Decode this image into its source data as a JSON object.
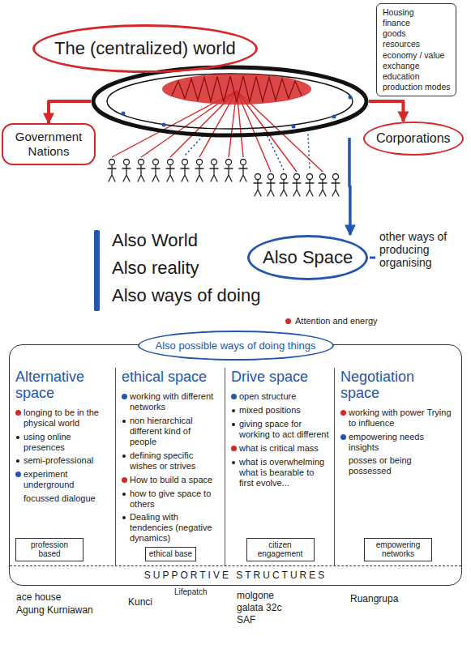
{
  "diagram": {
    "nodes": [
      {
        "text": [
          "The (centralized) world"
        ]
      },
      {
        "text": [
          "Housing",
          "finance",
          "goods",
          "resources",
          "economy / value",
          "exchange",
          "education",
          "production modes"
        ]
      },
      {
        "text": [
          "Government Nations"
        ]
      },
      {
        "text": [
          "Corporations"
        ]
      },
      {
        "text": [
          "Also Space"
        ]
      },
      {
        "text": [
          "Also possible ways of doing things"
        ]
      },
      {
        "text": [
          "Alternative space",
          "longing to be in the physical world",
          "using online presences",
          "semi-professional",
          "experiment underground",
          "focussed dialogue"
        ],
        "in": 5
      },
      {
        "text": [
          "profession based"
        ],
        "in": 6
      },
      {
        "text": [
          "ethical space",
          "working with different networks",
          "non hierarchical different kind of people",
          "defining specific wishes or strives",
          "How to build a space",
          "how to give space to others",
          "Dealing with tendencies (negative dynamics)"
        ],
        "in": 5
      },
      {
        "text": [
          "ethical base"
        ],
        "in": 8
      },
      {
        "text": [
          "Drive space",
          "open structure",
          "mixed positions",
          "giving space for working to act different",
          "what is critical mass",
          "what is overwhelming what is bearable to first evolve..."
        ],
        "in": 5
      },
      {
        "text": [
          "citizen engagement"
        ],
        "in": 10
      },
      {
        "text": [
          "Negotiation space",
          "working with power Trying to influence",
          "empowering needs insights",
          "posses or being possessed"
        ],
        "in": 5
      },
      {
        "text": [
          "empowering networks"
        ],
        "in": 12
      },
      {
        "text": [
          "SUPPORTIVE STRUCTURES"
        ],
        "in": 5
      }
    ],
    "edges": [
      {
        "from": 0,
        "to": 2,
        "arrow": "to"
      },
      {
        "from": 0,
        "to": 3,
        "arrow": "to"
      },
      {
        "from": 0,
        "to": 4,
        "arrow": "to"
      }
    ],
    "labels": [
      "Also World",
      "Also reality",
      "Also ways of doing",
      "other ways of producing organising",
      "ace house",
      "Agung Kurniawan",
      "Kunci",
      "Lifepatch",
      "molgone",
      "galata 32c",
      "SAF",
      "Ruangrupa"
    ],
    "legend": [
      {
        "text": "Attention and energy",
        "color": "#d62828"
      }
    ]
  }
}
